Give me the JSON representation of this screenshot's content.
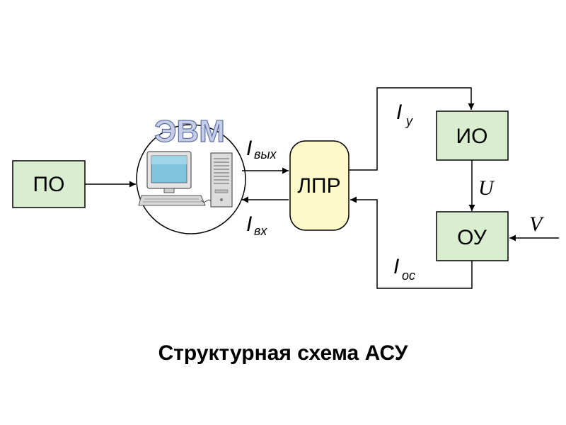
{
  "diagram": {
    "blocks": {
      "po": "ПО",
      "evm": "ЭВМ",
      "lpr": "ЛПР",
      "io": "ИО",
      "ou": "ОУ"
    },
    "signals": {
      "i_out_main": "I",
      "i_out_sub": "вых",
      "i_in_main": "I",
      "i_in_sub": "вх",
      "i_y_main": "I",
      "i_y_sub": "у",
      "i_os_main": "I",
      "i_os_sub": "ос",
      "u": "U",
      "v": "V"
    },
    "colors": {
      "block_green": "#d8eecf",
      "lpr_fill": "#fef9c8",
      "stroke": "#000000",
      "evm_title": "#c8cde6",
      "monitor_screen": "#7fc3df"
    }
  },
  "caption": "Структурная схема АСУ"
}
